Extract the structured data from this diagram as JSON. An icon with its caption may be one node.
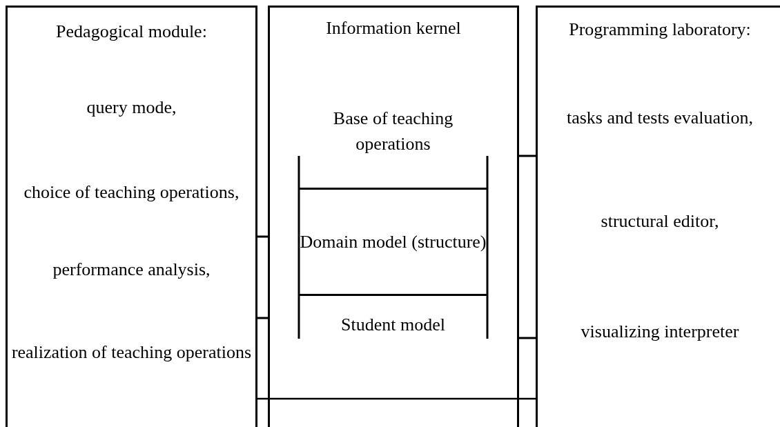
{
  "diagram": {
    "nodes": [
      {
        "text": [
          "Pedagogical module:",
          "query mode,",
          "choice of teaching operations,",
          "performance analysis,",
          "realization of teaching operations"
        ]
      },
      {
        "text": [
          "Information kernel"
        ]
      },
      {
        "text": [
          "Programming laboratory:",
          "tasks and tests evaluation,",
          "structural editor,",
          "visualizing interpreter"
        ]
      },
      {
        "text": [
          "Base of teaching operations"
        ],
        "in": 1
      },
      {
        "text": [
          "Domain model (structure)"
        ],
        "in": 1
      },
      {
        "text": [
          "Student model"
        ],
        "in": 1
      }
    ],
    "edges": [
      {
        "from": 0,
        "to": 1,
        "arrow": "none"
      },
      {
        "from": 0,
        "to": 1,
        "arrow": "none"
      },
      {
        "from": 1,
        "to": 2,
        "arrow": "none"
      },
      {
        "from": 1,
        "to": 2,
        "arrow": "none"
      },
      {
        "from": 0,
        "to": 2,
        "arrow": "none"
      }
    ]
  }
}
